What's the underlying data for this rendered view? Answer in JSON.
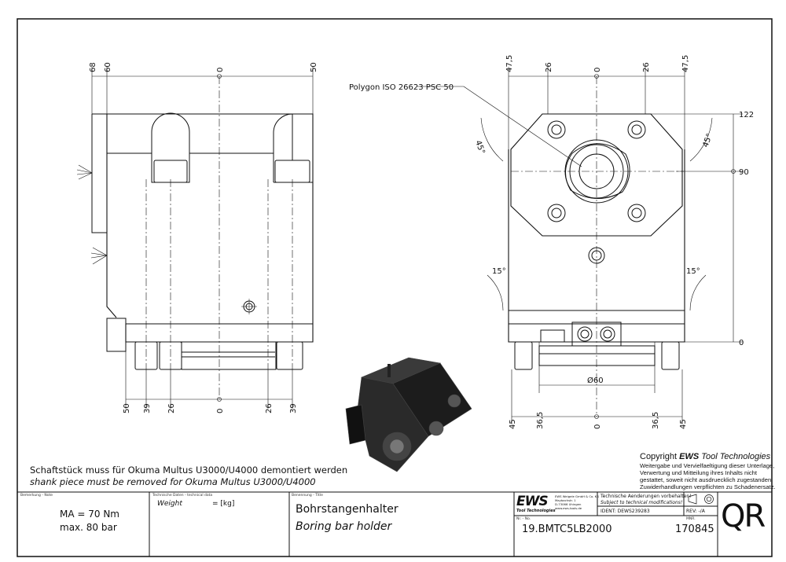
{
  "left_view": {
    "top_dims": [
      "68",
      "60",
      "0",
      "50"
    ],
    "bottom_dims": [
      "50",
      "39",
      "26",
      "0",
      "26",
      "39"
    ]
  },
  "right_view": {
    "polygon_label": "Polygon ISO 26623 PSC 50",
    "top_dims": [
      "47,5",
      "26",
      "0",
      "26",
      "47,5"
    ],
    "side_dims": [
      "122",
      "90",
      "0"
    ],
    "angles": [
      "45°",
      "45°",
      "15°",
      "15°"
    ],
    "diameter": "Ø60",
    "bottom_dims": [
      "45",
      "36,5",
      "0",
      "36,5",
      "45"
    ]
  },
  "notes": {
    "de": "Schaftstück muss für Okuma Multus U3000/U4000 demontiert werden",
    "en": "shank piece must be removed for Okuma Multus U3000/U4000"
  },
  "copyright": {
    "title_prefix": "Copyright ",
    "title_brand": "EWS",
    "title_suffix": " Tool Technologies",
    "lines": [
      "Weitergabe und Vervielfaeltigung dieser Unterlage,",
      "Verwertung und Mitteilung ihres Inhalts nicht",
      "gestattet, soweit nicht ausdruecklich zugestanden.",
      "Zuwiderhandlungen verpflichten zu Schadenersatz."
    ]
  },
  "title_block": {
    "note_header": "Bemerkung - Note",
    "note_lines": [
      "MA = 70 Nm",
      "max. 80 bar"
    ],
    "tech_header": "Technische Daten - technical data",
    "weight_label": "Weight",
    "weight_value": "=   [kg]",
    "title_header": "Benennung - Title",
    "title_de": "Bohrstangenhalter",
    "title_en": "Boring bar holder",
    "logo": "EWS",
    "logo_sub": "Tool Technologies",
    "company_lines": [
      "EWS Weigele GmbH & Co. KG",
      "Maybachstr. 1",
      "D-73066 Uhingen",
      "www.ews-tools.de"
    ],
    "changes_de": "Technische Aenderungen vorbehalten!",
    "changes_en": "Subject to technical modifications!",
    "ident": "IDENT:  DEWS239283",
    "rev": "REV:  -/A",
    "nr_header": "Nr. - No.",
    "number": "19.BMTC5LB2000",
    "mnr_header": "MNR.",
    "mnr": "170845",
    "qr": "QR"
  }
}
